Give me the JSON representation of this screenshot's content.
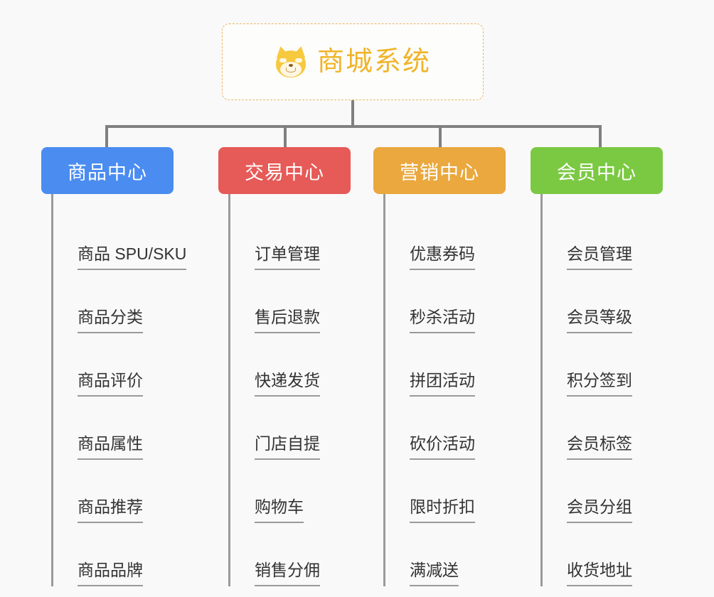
{
  "canvas": {
    "background": "#f9f9f9",
    "connector_color": "#808080",
    "leaf_line_color": "#9a9a9a",
    "leaf_text_color": "#333333"
  },
  "root": {
    "icon": "shiba-dog-face-icon",
    "emoji": "🐶",
    "title": "商城系统",
    "border_color": "#e8b765",
    "text_color": "#f0b429",
    "background": "#fdfdfb"
  },
  "branches": [
    {
      "id": "product-center",
      "label": "商品中心",
      "color": "#4a8cf0",
      "items": [
        {
          "label": "商品 SPU/SKU"
        },
        {
          "label": "商品分类"
        },
        {
          "label": "商品评价"
        },
        {
          "label": "商品属性"
        },
        {
          "label": "商品推荐"
        },
        {
          "label": "商品品牌"
        }
      ]
    },
    {
      "id": "trade-center",
      "label": "交易中心",
      "color": "#e65a57",
      "items": [
        {
          "label": "订单管理"
        },
        {
          "label": "售后退款"
        },
        {
          "label": "快递发货"
        },
        {
          "label": "门店自提"
        },
        {
          "label": "购物车"
        },
        {
          "label": "销售分佣"
        }
      ]
    },
    {
      "id": "marketing-center",
      "label": "营销中心",
      "color": "#eaa83e",
      "items": [
        {
          "label": "优惠券码"
        },
        {
          "label": "秒杀活动"
        },
        {
          "label": "拼团活动"
        },
        {
          "label": "砍价活动"
        },
        {
          "label": "限时折扣"
        },
        {
          "label": "满减送"
        }
      ]
    },
    {
      "id": "member-center",
      "label": "会员中心",
      "color": "#7bc943",
      "items": [
        {
          "label": "会员管理"
        },
        {
          "label": "会员等级"
        },
        {
          "label": "积分签到"
        },
        {
          "label": "会员标签"
        },
        {
          "label": "会员分组"
        },
        {
          "label": "收货地址"
        }
      ]
    }
  ]
}
